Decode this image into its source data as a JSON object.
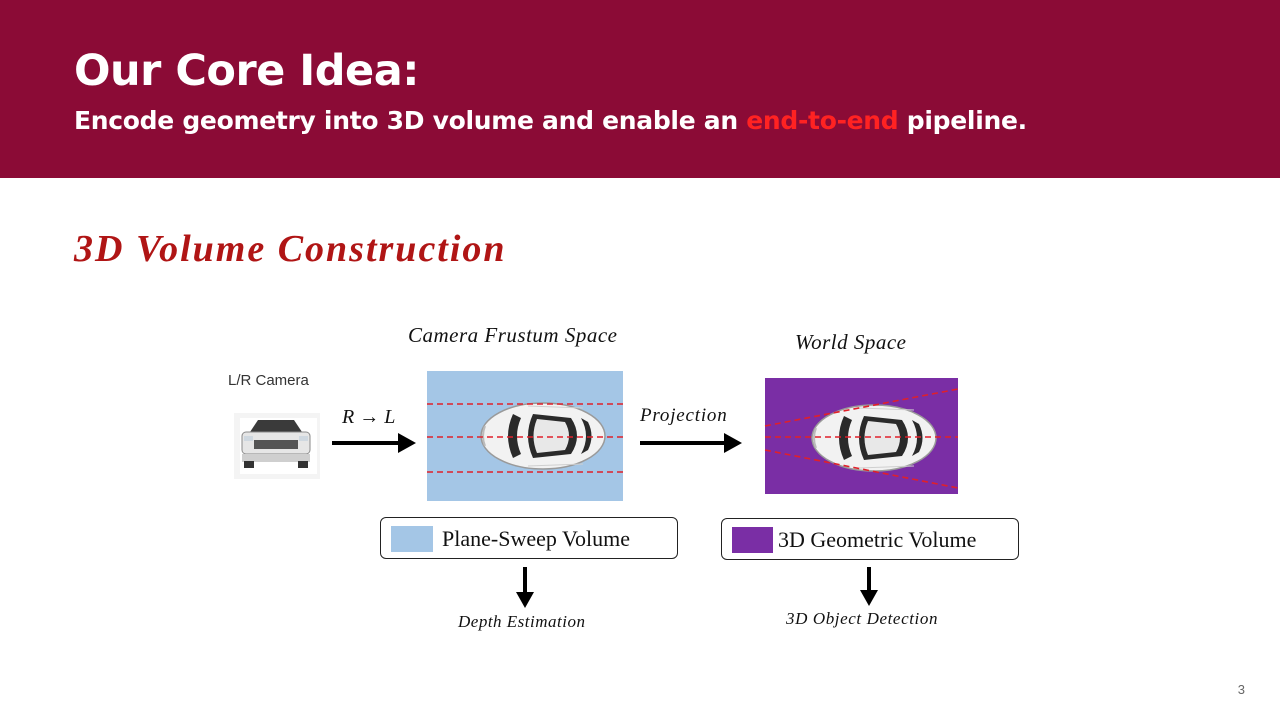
{
  "header": {
    "title": "Our Core Idea:",
    "subtitle_pre": "Encode geometry into 3D volume and enable an ",
    "subtitle_highlight": "end-to-end",
    "subtitle_post": " pipeline."
  },
  "section_title": "3D Volume Construction",
  "diagram": {
    "camera_label": "L/R Camera",
    "frustum_label": "Camera Frustum Space",
    "world_label": "World Space",
    "rl_label": "R → L",
    "projection_label": "Projection",
    "psv_legend": "Plane-Sweep Volume",
    "geo_legend": "3D Geometric Volume",
    "depth_label": "Depth Estimation",
    "detection_label": "3D Object Detection"
  },
  "colors": {
    "header_bg": "#8b0b36",
    "highlight": "#ff2222",
    "section_title": "#b01515",
    "psv_blue": "#a4c6e6",
    "geo_purple": "#7a2ea5",
    "dashed_line": "#e0202a"
  },
  "page_number": "3"
}
